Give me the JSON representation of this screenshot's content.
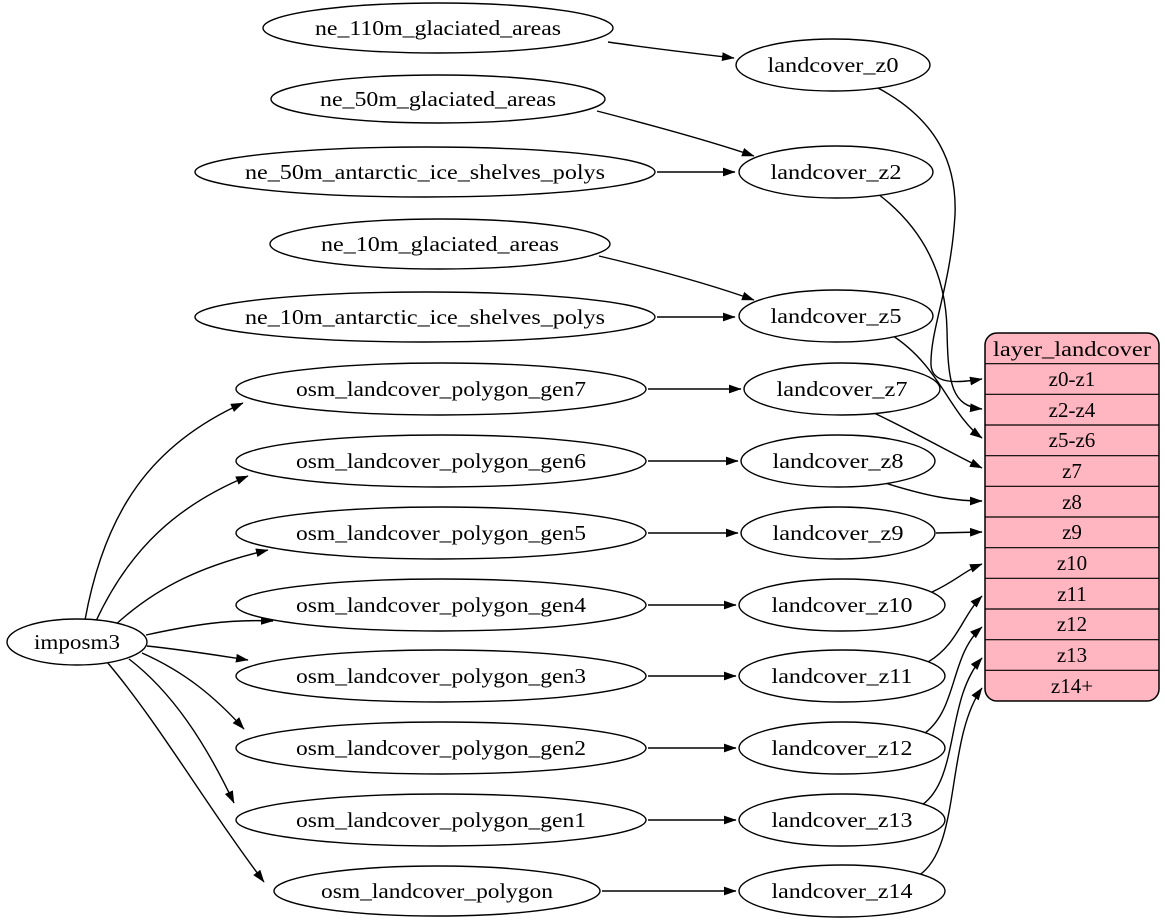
{
  "diagram": {
    "type": "dependency-graph",
    "background": "#ffffff",
    "edge_color": "#000000",
    "node_fill": "#ffffff",
    "nodes": {
      "imposm3": "imposm3",
      "ne_110m_glaciated_areas": "ne_110m_glaciated_areas",
      "ne_50m_glaciated_areas": "ne_50m_glaciated_areas",
      "ne_50m_antarctic_ice_shelves_polys": "ne_50m_antarctic_ice_shelves_polys",
      "ne_10m_glaciated_areas": "ne_10m_glaciated_areas",
      "ne_10m_antarctic_ice_shelves_polys": "ne_10m_antarctic_ice_shelves_polys",
      "osm_landcover_polygon_gen7": "osm_landcover_polygon_gen7",
      "osm_landcover_polygon_gen6": "osm_landcover_polygon_gen6",
      "osm_landcover_polygon_gen5": "osm_landcover_polygon_gen5",
      "osm_landcover_polygon_gen4": "osm_landcover_polygon_gen4",
      "osm_landcover_polygon_gen3": "osm_landcover_polygon_gen3",
      "osm_landcover_polygon_gen2": "osm_landcover_polygon_gen2",
      "osm_landcover_polygon_gen1": "osm_landcover_polygon_gen1",
      "osm_landcover_polygon": "osm_landcover_polygon",
      "landcover_z0": "landcover_z0",
      "landcover_z2": "landcover_z2",
      "landcover_z5": "landcover_z5",
      "landcover_z7": "landcover_z7",
      "landcover_z8": "landcover_z8",
      "landcover_z9": "landcover_z9",
      "landcover_z10": "landcover_z10",
      "landcover_z11": "landcover_z11",
      "landcover_z12": "landcover_z12",
      "landcover_z13": "landcover_z13",
      "landcover_z14": "landcover_z14"
    },
    "table": {
      "title": "layer_landcover",
      "fill": "#ffb6c1",
      "rows": [
        "z0-z1",
        "z2-z4",
        "z5-z6",
        "z7",
        "z8",
        "z9",
        "z10",
        "z11",
        "z12",
        "z13",
        "z14+"
      ]
    },
    "edges": [
      [
        "imposm3",
        "osm_landcover_polygon_gen7"
      ],
      [
        "imposm3",
        "osm_landcover_polygon_gen6"
      ],
      [
        "imposm3",
        "osm_landcover_polygon_gen5"
      ],
      [
        "imposm3",
        "osm_landcover_polygon_gen4"
      ],
      [
        "imposm3",
        "osm_landcover_polygon_gen3"
      ],
      [
        "imposm3",
        "osm_landcover_polygon_gen2"
      ],
      [
        "imposm3",
        "osm_landcover_polygon_gen1"
      ],
      [
        "imposm3",
        "osm_landcover_polygon"
      ],
      [
        "ne_110m_glaciated_areas",
        "landcover_z0"
      ],
      [
        "ne_50m_glaciated_areas",
        "landcover_z2"
      ],
      [
        "ne_50m_antarctic_ice_shelves_polys",
        "landcover_z2"
      ],
      [
        "ne_10m_glaciated_areas",
        "landcover_z5"
      ],
      [
        "ne_10m_antarctic_ice_shelves_polys",
        "landcover_z5"
      ],
      [
        "osm_landcover_polygon_gen7",
        "landcover_z7"
      ],
      [
        "osm_landcover_polygon_gen6",
        "landcover_z8"
      ],
      [
        "osm_landcover_polygon_gen5",
        "landcover_z9"
      ],
      [
        "osm_landcover_polygon_gen4",
        "landcover_z10"
      ],
      [
        "osm_landcover_polygon_gen3",
        "landcover_z11"
      ],
      [
        "osm_landcover_polygon_gen2",
        "landcover_z12"
      ],
      [
        "osm_landcover_polygon_gen1",
        "landcover_z13"
      ],
      [
        "osm_landcover_polygon",
        "landcover_z14"
      ],
      [
        "landcover_z0",
        "layer_landcover:z0-z1"
      ],
      [
        "landcover_z2",
        "layer_landcover:z2-z4"
      ],
      [
        "landcover_z5",
        "layer_landcover:z5-z6"
      ],
      [
        "landcover_z7",
        "layer_landcover:z7"
      ],
      [
        "landcover_z8",
        "layer_landcover:z8"
      ],
      [
        "landcover_z9",
        "layer_landcover:z9"
      ],
      [
        "landcover_z10",
        "layer_landcover:z10"
      ],
      [
        "landcover_z11",
        "layer_landcover:z11"
      ],
      [
        "landcover_z12",
        "layer_landcover:z12"
      ],
      [
        "landcover_z13",
        "layer_landcover:z13"
      ],
      [
        "landcover_z14",
        "layer_landcover:z14+"
      ]
    ]
  }
}
